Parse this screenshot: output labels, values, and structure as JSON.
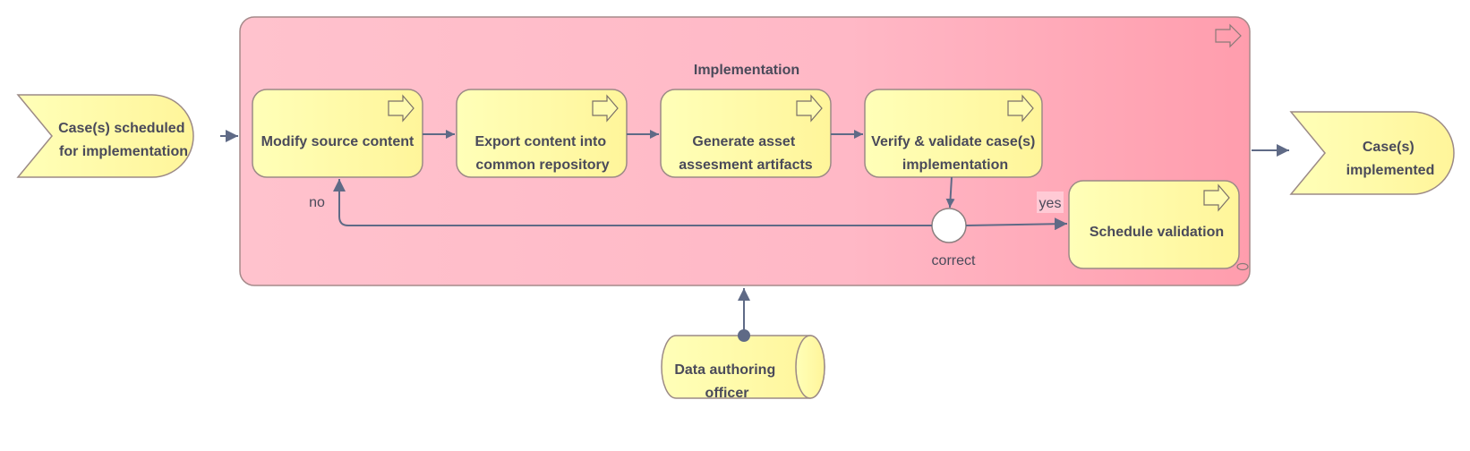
{
  "diagram": {
    "container_title": "Implementation",
    "input_event": [
      "Case(s) scheduled",
      "for implementation"
    ],
    "output_event": [
      "Case(s)",
      "implemented"
    ],
    "processes": [
      [
        "Modify source content"
      ],
      [
        "Export content into",
        "common repository"
      ],
      [
        "Generate asset",
        "assesment artifacts"
      ],
      [
        "Verify & validate case(s)",
        "implementation"
      ]
    ],
    "schedule": [
      "Schedule validation"
    ],
    "actor": [
      "Data authoring",
      "officer"
    ],
    "junction_label": "correct",
    "yes_label": "yes",
    "no_label": "no"
  },
  "colors": {
    "container_fill_start": "#ffc2cd",
    "container_fill_end": "#ff9daf",
    "element_fill": "#ffffa8",
    "edge": "#5f6a86"
  }
}
